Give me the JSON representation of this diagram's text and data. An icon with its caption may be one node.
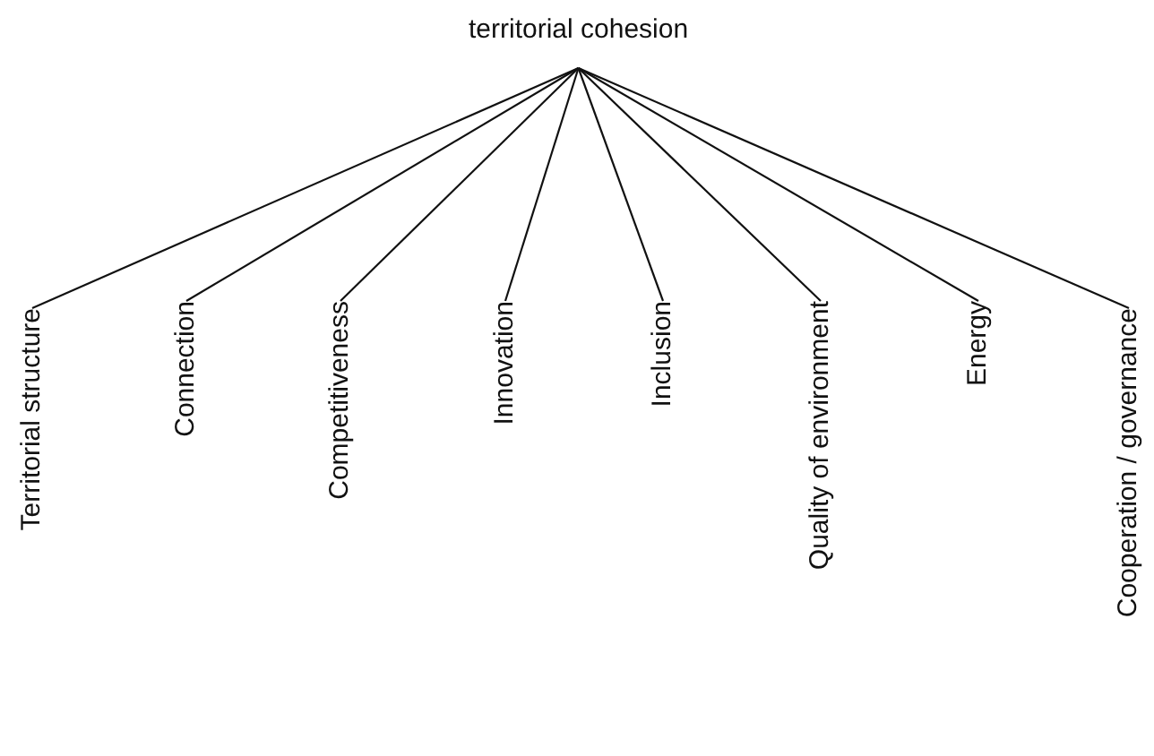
{
  "diagram": {
    "nodes": [
      {
        "text": [
          "territorial cohesion"
        ]
      },
      {
        "text": [
          "Territorial structure"
        ]
      },
      {
        "text": [
          "Connection"
        ]
      },
      {
        "text": [
          "Competitiveness"
        ]
      },
      {
        "text": [
          "Innovation"
        ]
      },
      {
        "text": [
          "Inclusion"
        ]
      },
      {
        "text": [
          "Quality of environment"
        ]
      },
      {
        "text": [
          "Energy"
        ]
      },
      {
        "text": [
          "Cooperation / governance"
        ]
      }
    ],
    "edges": [
      {
        "from": 0,
        "to": 1,
        "arrow": "none"
      },
      {
        "from": 0,
        "to": 2,
        "arrow": "none"
      },
      {
        "from": 0,
        "to": 3,
        "arrow": "none"
      },
      {
        "from": 0,
        "to": 4,
        "arrow": "none"
      },
      {
        "from": 0,
        "to": 5,
        "arrow": "none"
      },
      {
        "from": 0,
        "to": 6,
        "arrow": "none"
      },
      {
        "from": 0,
        "to": 7,
        "arrow": "none"
      },
      {
        "from": 0,
        "to": 8,
        "arrow": "none"
      }
    ]
  }
}
